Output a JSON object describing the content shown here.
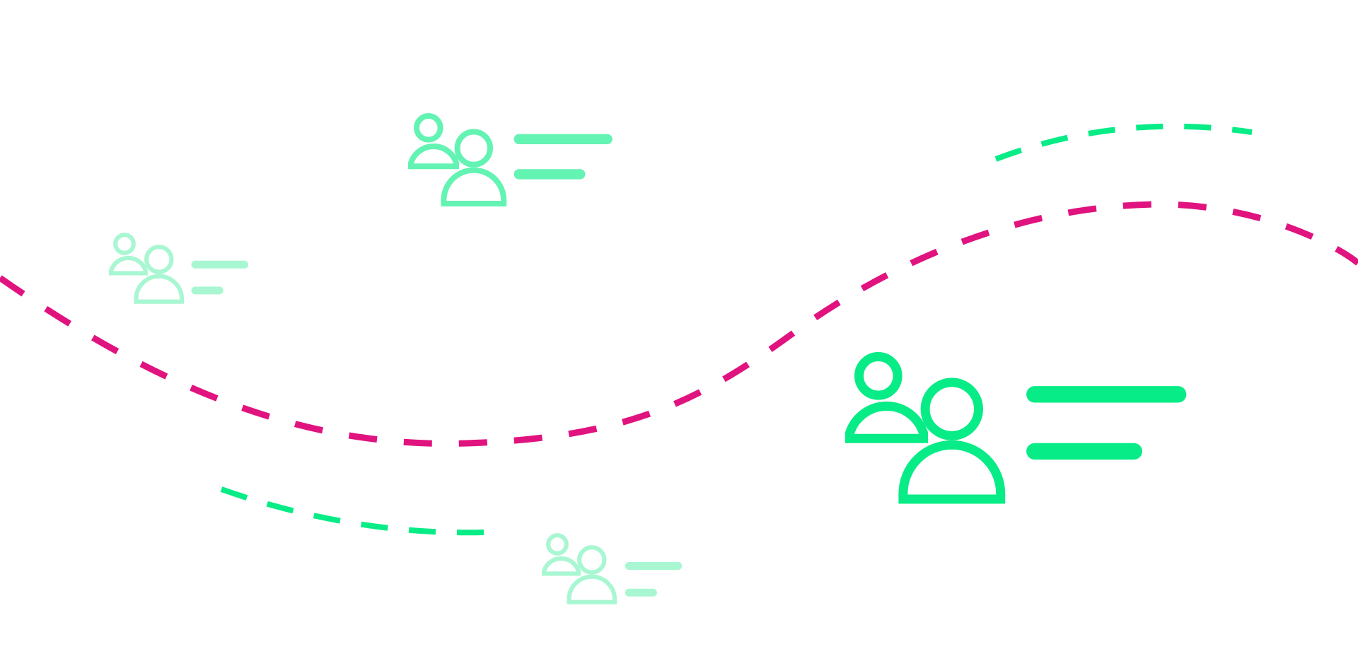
{
  "colors": {
    "background": "#ffffff",
    "wave_magenta": "#e0137f",
    "group_bright": "#07ec86",
    "group_mid": "#63f3b3",
    "group_pale": "#a8f7d2",
    "wave_green": "#07ec86"
  },
  "icons": {
    "group": "users-group-icon",
    "text_lines": "text-lines-icon"
  },
  "groups": [
    {
      "name": "users-group-large",
      "tone": "bright"
    },
    {
      "name": "users-group-top",
      "tone": "mid"
    },
    {
      "name": "users-group-left",
      "tone": "pale"
    },
    {
      "name": "users-group-bottom",
      "tone": "pale"
    }
  ]
}
